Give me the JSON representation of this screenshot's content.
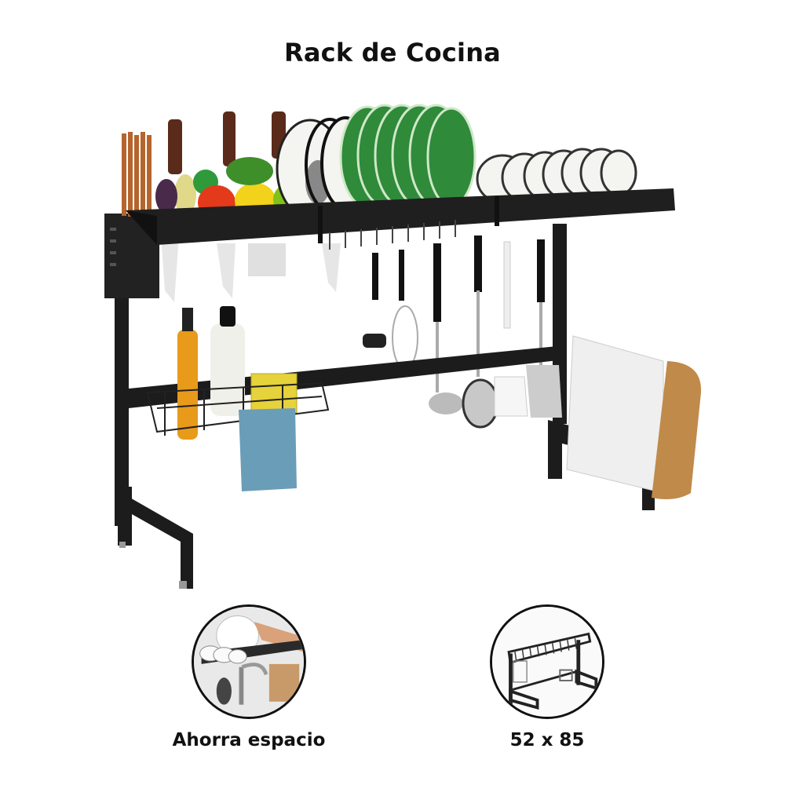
{
  "page": {
    "title": "Rack de Cocina"
  },
  "product_image": {
    "subject": "over-sink kitchen dish rack",
    "items": [
      "chopsticks",
      "knives",
      "vegetables",
      "green plates",
      "white bowls",
      "hanging utensils",
      "soap bottles",
      "sponge",
      "towel",
      "cutting boards",
      "basket"
    ],
    "colors": {
      "frame": "#1c1c1c",
      "plate_green": "#2f8a3a",
      "plate_white": "#f4f4f0",
      "wood": "#c08a4a",
      "towel": "#6a9db8",
      "sponge": "#e6d23a",
      "bottle_orange": "#e89a1a"
    }
  },
  "features": [
    {
      "label": "Ahorra espacio",
      "icon": "kitchen-photo-icon"
    },
    {
      "label": "52 x 85",
      "icon": "rack-outline-icon"
    }
  ]
}
